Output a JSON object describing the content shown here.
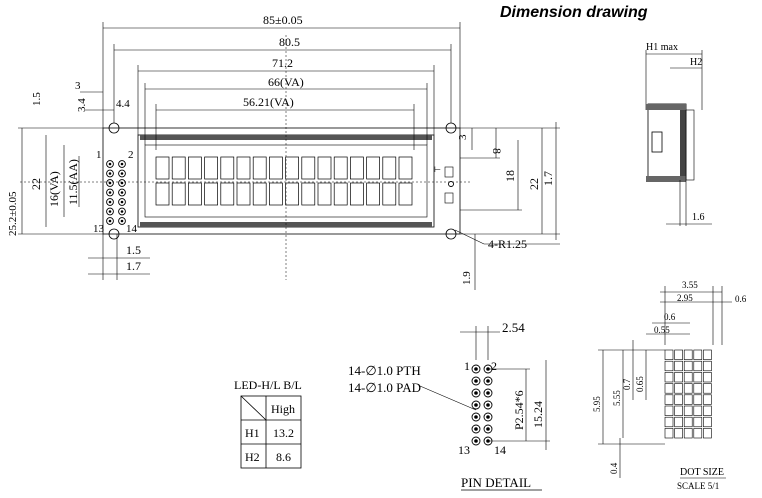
{
  "title": "Dimension drawing",
  "front": {
    "pin_first_left": "1",
    "pin_first_right": "2",
    "pin_last_left": "13",
    "pin_last_right": "14"
  },
  "dims": {
    "overall_width": "85±0.05",
    "pcb_hole_pitch": "80.5",
    "bezel_width": "71.2",
    "view_area_width": "66(VA)",
    "active_area_width": "56.21(VA)",
    "left_3": "3",
    "left_3_4": "3.4",
    "left_4_4": "4.4",
    "left_1_5": "1.5",
    "overall_height": "25.2±0.05",
    "height_22_left": "22",
    "view_area_height": "16(VA)",
    "active_area_height": "11.5(AA)",
    "bottom_1_5": "1.5",
    "bottom_1_7": "1.7",
    "right_3": "3",
    "right_8": "8",
    "right_18": "18",
    "right_22": "22",
    "right_1_7": "1.7",
    "radius": "4-R1.25",
    "right_1_9": "1.9"
  },
  "side": {
    "h1_label": "H1 max",
    "h2_label": "H2",
    "bottom_1_6": "1.6"
  },
  "led_table": {
    "header": "LED-H/L B/L",
    "col_header": "High",
    "rows": [
      {
        "label": "H1",
        "value": "13.2"
      },
      {
        "label": "H2",
        "value": "8.6"
      }
    ]
  },
  "pin_detail": {
    "pitch_top": "2.54",
    "pth_label": "14-∅1.0 PTH",
    "pad_label": "14-∅1.0 PAD",
    "pitch_label": "P2.54*6",
    "height_label": "15.24",
    "pin_1": "1",
    "pin_2": "2",
    "pin_13": "13",
    "pin_14": "14",
    "caption": "PIN DETAIL"
  },
  "dot_size": {
    "w_3_55": "3.55",
    "w_2_95": "2.95",
    "w_0_6_right": "0.6",
    "w_0_6": "0.6",
    "w_0_55": "0.55",
    "h_5_95": "5.95",
    "h_5_55": "5.55",
    "h_0_7": "0.7",
    "h_0_65": "0.65",
    "h_0_4": "0.4",
    "caption": "DOT SIZE",
    "scale": "SCALE 5/1"
  }
}
